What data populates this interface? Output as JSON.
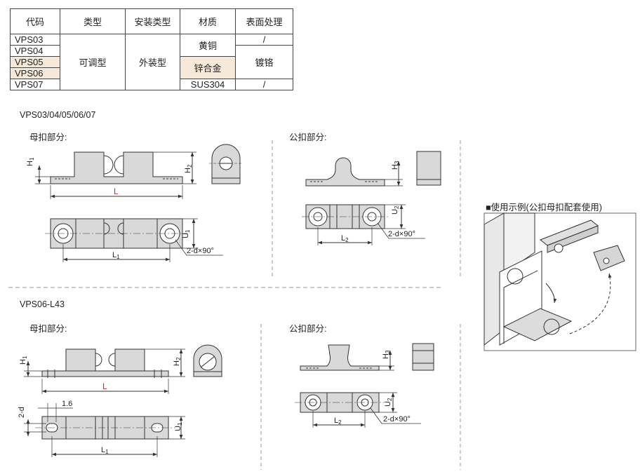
{
  "table": {
    "headers": [
      "代码",
      "类型",
      "安装类型",
      "材质",
      "表面处理"
    ],
    "codes": [
      "VPS03",
      "VPS04",
      "VPS05",
      "VPS06",
      "VPS07"
    ],
    "type": "可调型",
    "install": "外装型",
    "material_brass": "黄铜",
    "material_zinc": "锌合金",
    "material_sus": "SUS304",
    "finish_none_1": "/",
    "finish_chrome": "镀铬",
    "finish_none_2": "/"
  },
  "section1": {
    "title": "VPS03/04/05/06/07",
    "female_label": "母扣部分:",
    "male_label": "公扣部分:"
  },
  "section2": {
    "title": "VPS06-L43",
    "female_label": "母扣部分:",
    "male_label": "公扣部分:"
  },
  "usage_title": "■使用示例(公扣母扣配套使用)",
  "dims": {
    "H1": "H",
    "H1_sub": "1",
    "H2": "H",
    "H2_sub": "2",
    "H3": "H",
    "H3_sub": "3",
    "L": "L",
    "L1": "L",
    "L1_sub": "1",
    "L2": "L",
    "L2_sub": "2",
    "U1": "U",
    "U1_sub": "1",
    "U2": "U",
    "U2_sub": "2",
    "hole": "2-d×90°",
    "slot_w": "1.6",
    "slot_d": "2-d"
  }
}
